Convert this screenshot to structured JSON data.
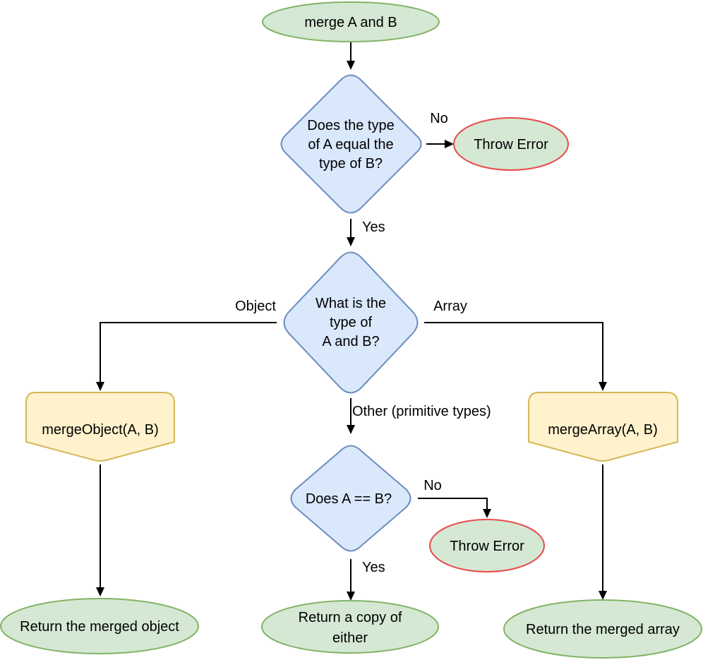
{
  "colors": {
    "terminal_fill": "#d5e8d4",
    "terminal_stroke": "#82b366",
    "decision_fill": "#dae8fc",
    "decision_stroke": "#6c8ebf",
    "error_fill": "#d5e8d4",
    "error_stroke": "#e84a4a",
    "process_fill": "#fff2cc",
    "process_stroke": "#d6b656",
    "edge": "#000000"
  },
  "nodes": {
    "start": "merge A and B",
    "type_check": [
      "Does the type",
      "of A equal the",
      "type of B?"
    ],
    "throw_error_1": "Throw Error",
    "type_decision": [
      "What is the",
      "type of",
      "A and B?"
    ],
    "merge_object": "mergeObject(A, B)",
    "merge_array": "mergeArray(A, B)",
    "equality_check": "Does A == B?",
    "throw_error_2": "Throw Error",
    "return_object": "Return the merged object",
    "return_copy": [
      "Return a copy of",
      "either"
    ],
    "return_array": "Return the merged array"
  },
  "edge_labels": {
    "type_no": "No",
    "type_yes": "Yes",
    "object": "Object",
    "array": "Array",
    "other": "Other (primitive types)",
    "eq_no": "No",
    "eq_yes": "Yes"
  }
}
